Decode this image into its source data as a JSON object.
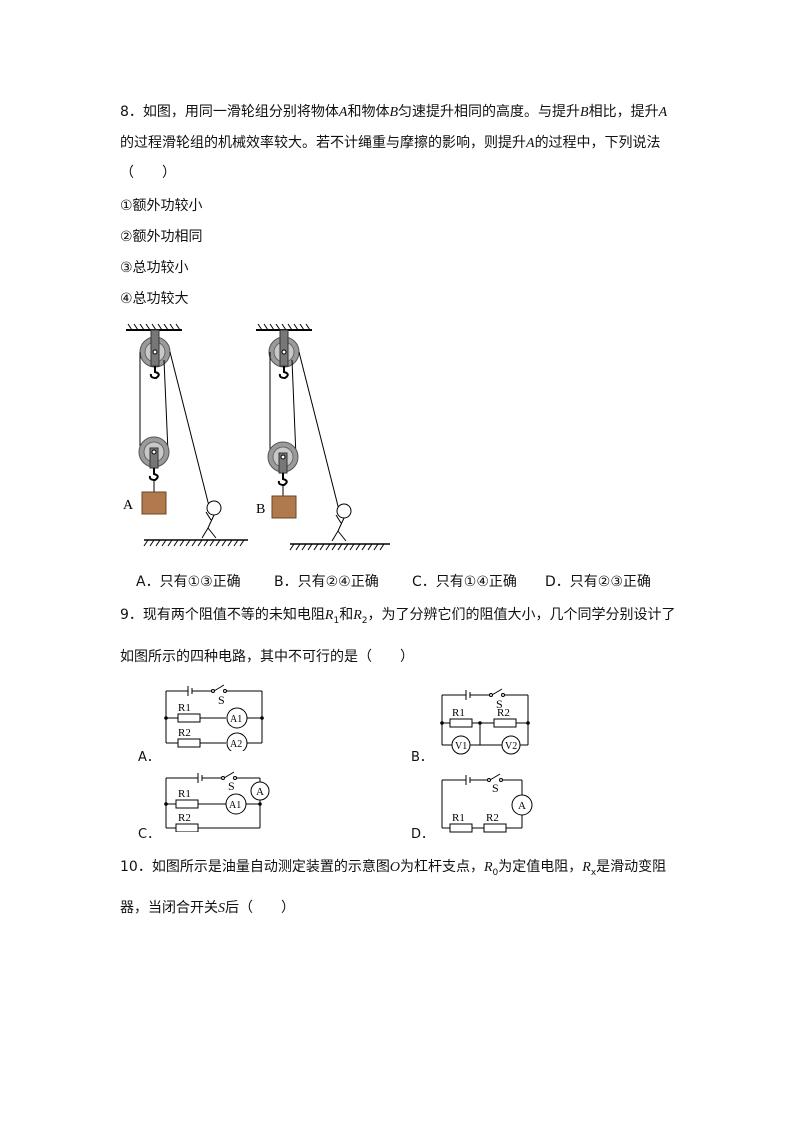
{
  "q8": {
    "line1_a": "8．如图，用同一滑轮组分别将物体",
    "var_a": "A",
    "line1_b": "和物体",
    "var_b": "B",
    "line1_c": "匀速提升相同的高度。与提升",
    "var_b2": "B",
    "line1_d": "相比，提升",
    "var_a2": "A",
    "line2_a": "的过程滑轮组的机械效率较大。若不计绳重与摩擦的影响，则提升",
    "var_a3": "A",
    "line2_b": "的过程中，下列说法",
    "paren": "（　　）",
    "statements": [
      "①额外功较小",
      "②额外功相同",
      "③总功较小",
      "④总功较大"
    ],
    "fig_label_a": "A",
    "fig_label_b": "B",
    "options": [
      "A．只有①③正确",
      "B．只有②④正确",
      "C．只有①④正确",
      "D．只有②③正确"
    ]
  },
  "q9": {
    "line1_a": "9．现有两个阻值不等的未知电阻",
    "r1": "R",
    "r1_sub": "1",
    "line1_and": "和",
    "r2": "R",
    "r2_sub": "2",
    "line1_b": "，为了分辨它们的阻值大小，几个同学分别设计了",
    "line2": "如图所示的四种电路，其中不可行的是（　　）",
    "circuit_labels": [
      "A．",
      "B．",
      "C．",
      "D．"
    ],
    "switch_label": "S",
    "resistor_r1": "R1",
    "resistor_r2": "R2",
    "meter_a1": "A1",
    "meter_a2": "A2",
    "meter_v1": "V1",
    "meter_v2": "V2",
    "meter_a": "A"
  },
  "q10": {
    "line1_a": "10．如图所示是油量自动测定装置的示意图",
    "var_o": "O",
    "line1_b": "为杠杆支点，",
    "r0": "R",
    "r0_sub": "0",
    "line1_c": "为定值电阻，",
    "rx": "R",
    "rx_sub": "x",
    "line1_d": "是滑动变阻",
    "line2_a": "器，当闭合开关",
    "var_s": "S",
    "line2_b": "后（　　）"
  }
}
